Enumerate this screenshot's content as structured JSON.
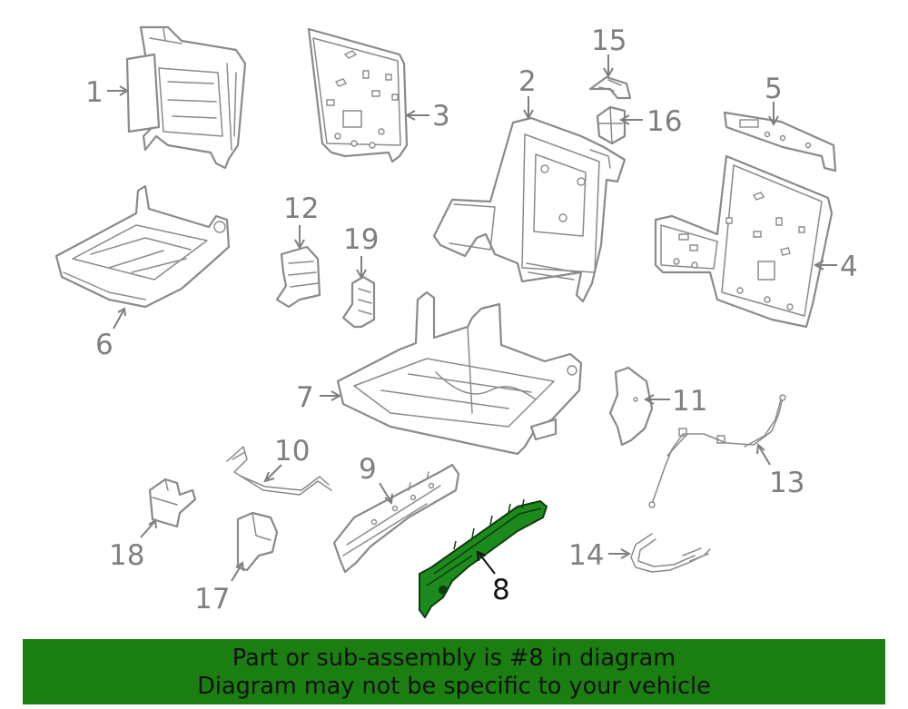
{
  "callouts": [
    {
      "id": "1",
      "label": "1"
    },
    {
      "id": "2",
      "label": "2"
    },
    {
      "id": "3",
      "label": "3"
    },
    {
      "id": "4",
      "label": "4"
    },
    {
      "id": "5",
      "label": "5"
    },
    {
      "id": "6",
      "label": "6"
    },
    {
      "id": "7",
      "label": "7"
    },
    {
      "id": "8",
      "label": "8"
    },
    {
      "id": "9",
      "label": "9"
    },
    {
      "id": "10",
      "label": "10"
    },
    {
      "id": "11",
      "label": "11"
    },
    {
      "id": "12",
      "label": "12"
    },
    {
      "id": "13",
      "label": "13"
    },
    {
      "id": "14",
      "label": "14"
    },
    {
      "id": "15",
      "label": "15"
    },
    {
      "id": "16",
      "label": "16"
    },
    {
      "id": "17",
      "label": "17"
    },
    {
      "id": "18",
      "label": "18"
    },
    {
      "id": "19",
      "label": "19"
    }
  ],
  "highlighted_part": "8",
  "colors": {
    "highlight": "#1c8a1c",
    "banner": "#1a7f10",
    "line_art": "#8a8a8a"
  },
  "banner": {
    "line1": "Part or sub-assembly is #8 in diagram",
    "line2": "Diagram may not be specific to your vehicle"
  }
}
